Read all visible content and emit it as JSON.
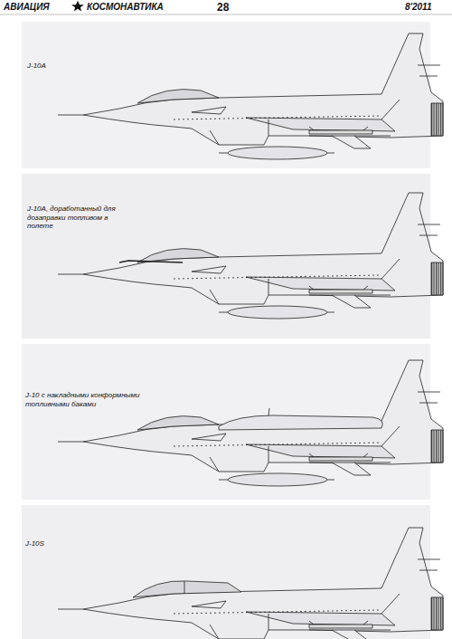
{
  "diagram": {
    "labels": [
      "АВИАЦИЯ",
      "КОСМОНАВТИКА",
      "28",
      "8'2011",
      "J-10A",
      "J-10A, доработанный для дозаправки топливом в полете",
      "J-10 с накладными конформными топливными баками",
      "J-10S"
    ]
  }
}
